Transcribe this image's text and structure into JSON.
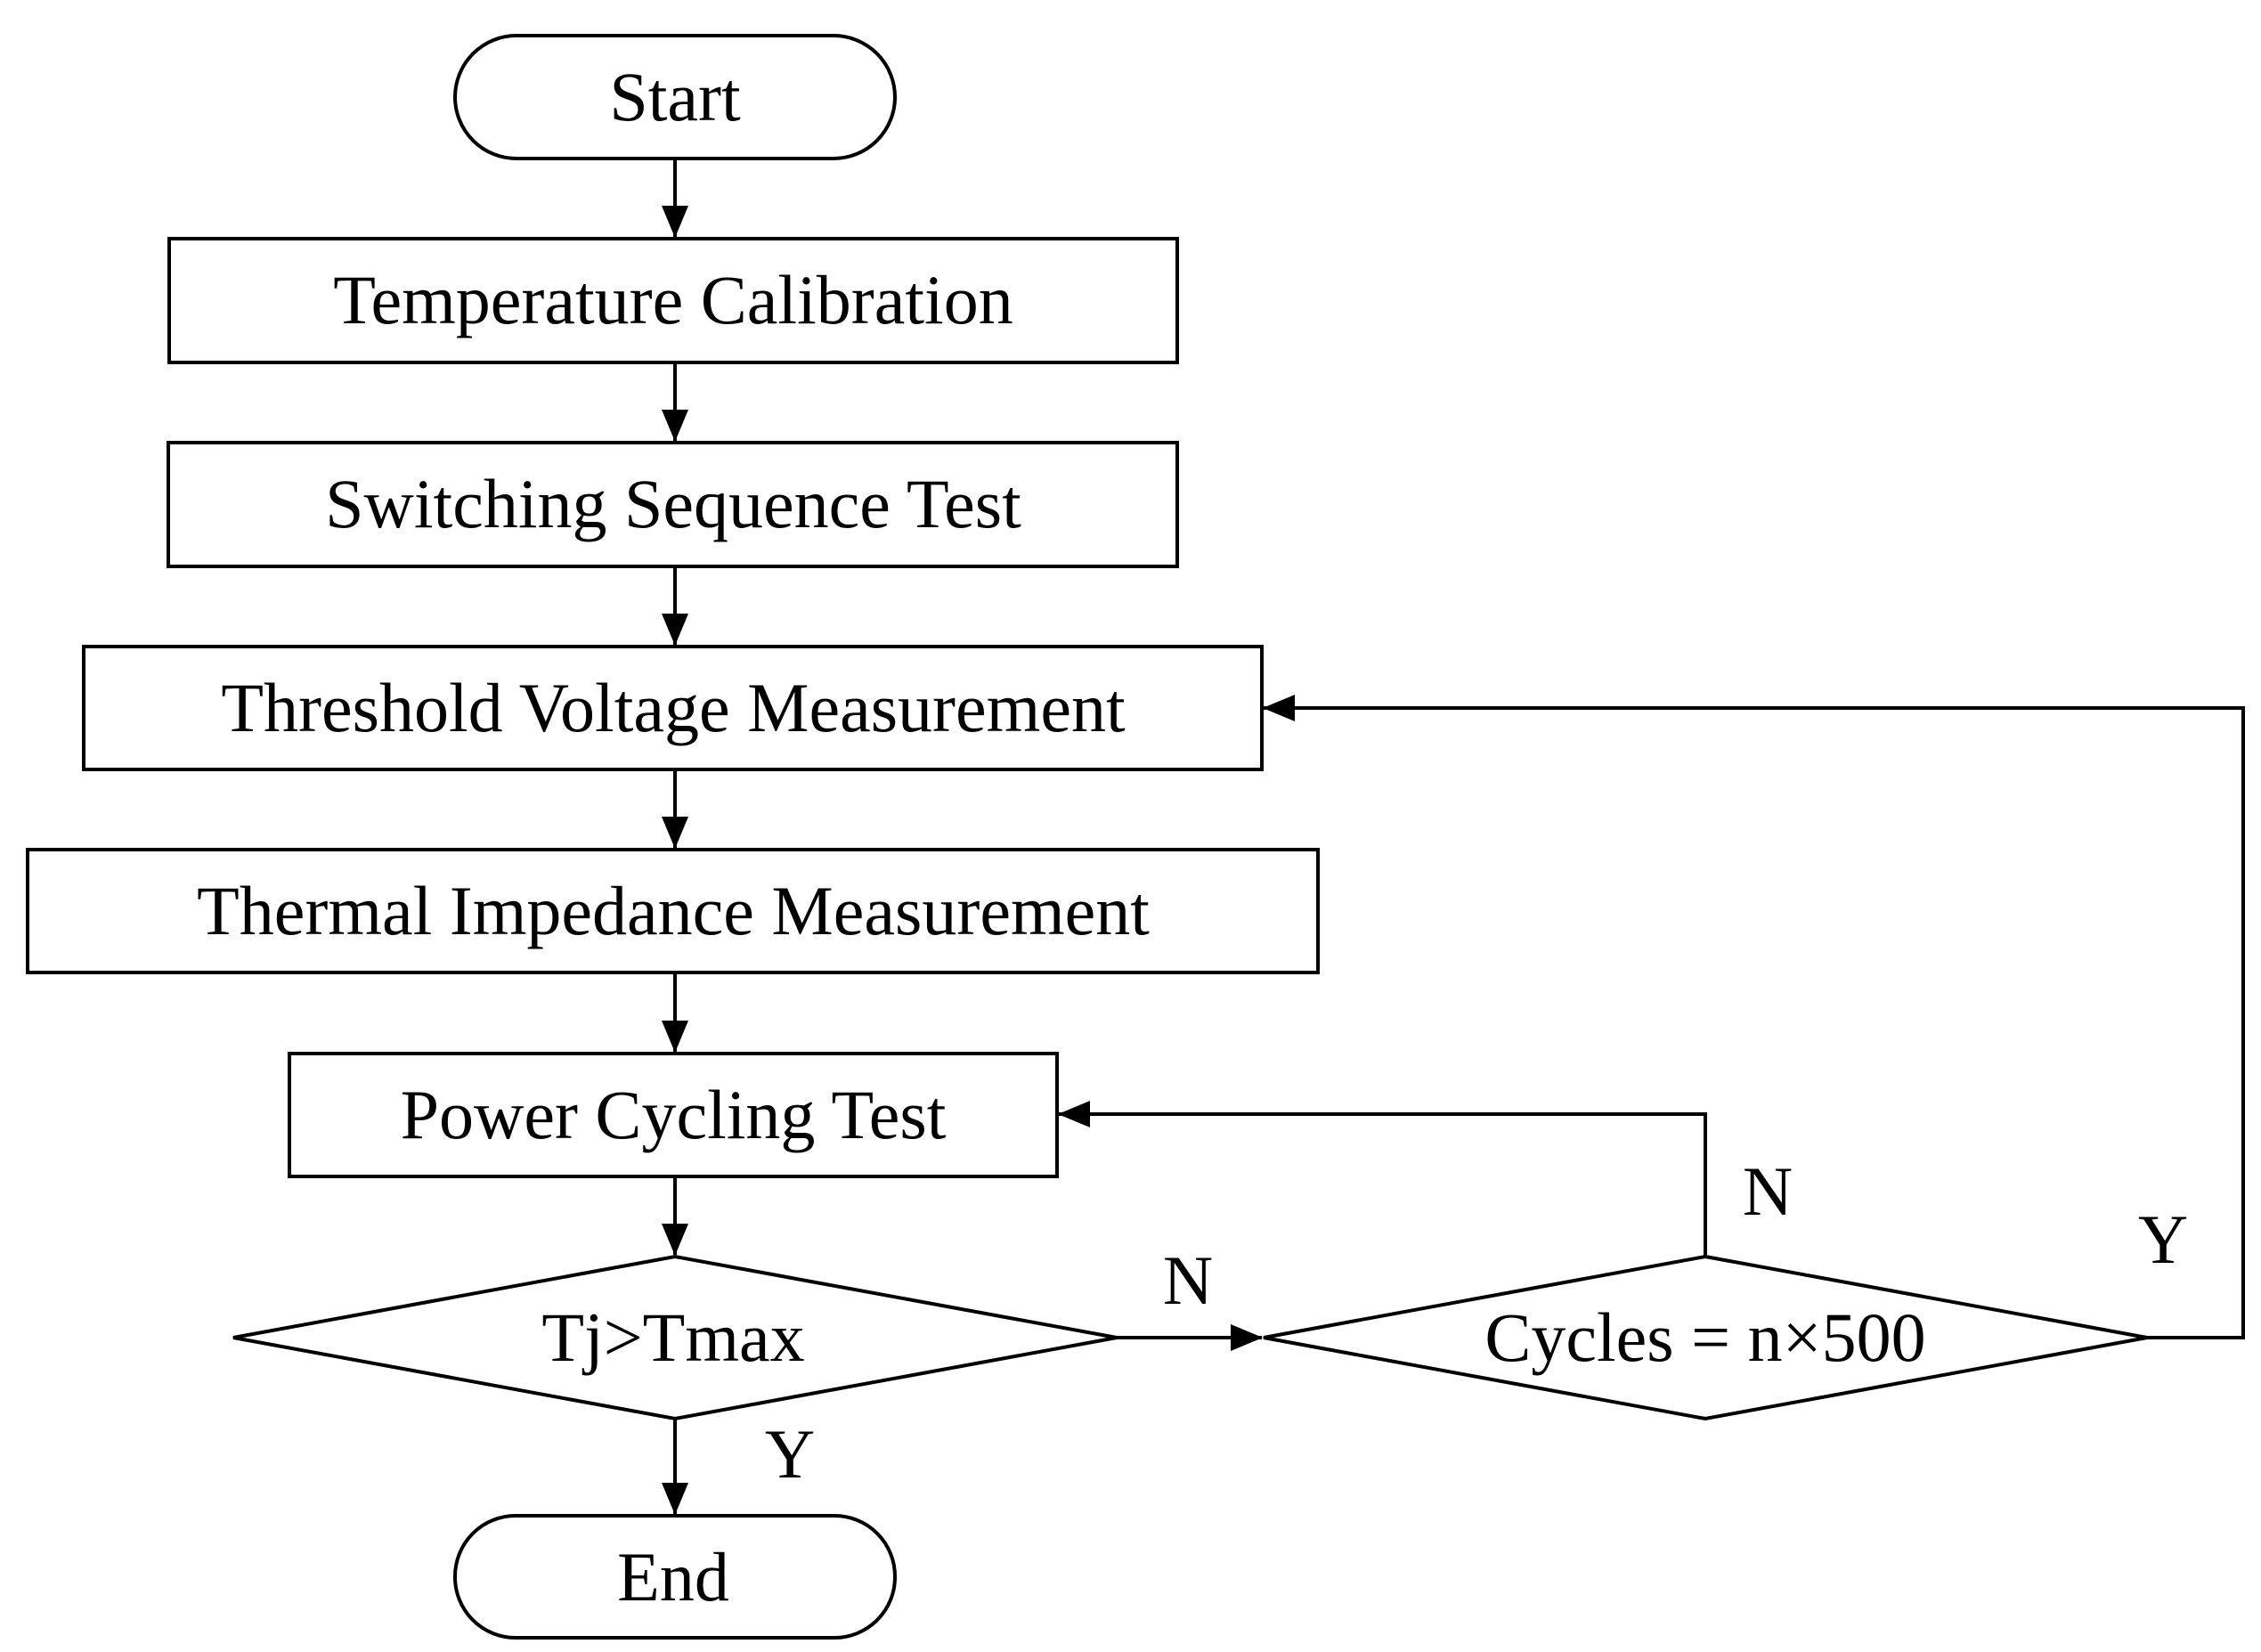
{
  "flowchart": {
    "nodes": {
      "start": "Start",
      "temperature_calibration": "Temperature Calibration",
      "switching_sequence_test": "Switching Sequence Test",
      "threshold_voltage_measurement": "Threshold Voltage Measurement",
      "thermal_impedance_measurement": "Thermal Impedance Measurement",
      "power_cycling_test": "Power Cycling Test",
      "decision_tj": "Tj>Tmax",
      "decision_cycles": "Cycles = n×500",
      "end": "End"
    },
    "edge_labels": {
      "tj_no": "N",
      "tj_yes": "Y",
      "cycles_no": "N",
      "cycles_yes": "Y"
    }
  }
}
